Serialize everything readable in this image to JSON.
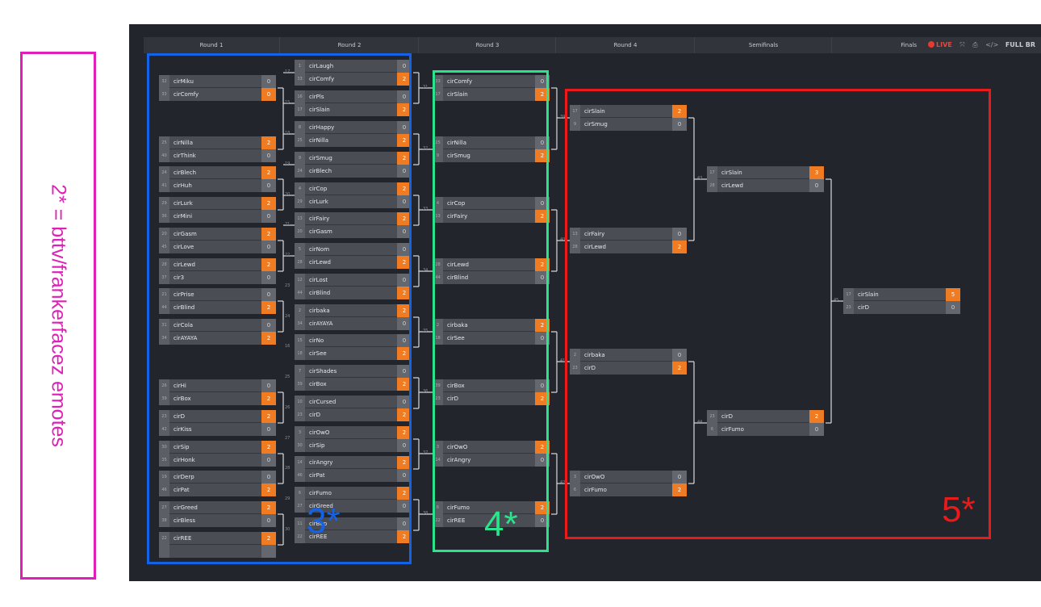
{
  "side_label": "2* = bttv/frankerfacez emotes",
  "header": {
    "rounds": [
      "Round 1",
      "Round 2",
      "Round 3",
      "Round 4",
      "Semifinals",
      "Finals"
    ],
    "live_label": "LIVE",
    "full_label": "FULL BR",
    "icons": [
      "live-dot-icon",
      "expand-icon",
      "print-icon",
      "embed-code-icon"
    ]
  },
  "colors": {
    "panel": "#22252b",
    "win_score": "#ef7c23",
    "box_blue": "#1463e6",
    "box_green": "#2be38a",
    "box_red": "#ea1a1a",
    "side_magenta": "#e01fb8"
  },
  "annotations": [
    {
      "label": "3*",
      "color": "#1463e6"
    },
    {
      "label": "4*",
      "color": "#2be38a"
    },
    {
      "label": "5*",
      "color": "#ea1a1a"
    }
  ],
  "matches": [
    {
      "round": 1,
      "num": "1",
      "p": [
        {
          "seed": "32",
          "name": "cirMiku",
          "score": "0"
        },
        {
          "seed": "33",
          "name": "cirComfy",
          "score": "0",
          "win": true
        }
      ]
    },
    {
      "round": 1,
      "num": "2",
      "p": [
        {
          "seed": "25",
          "name": "cirNilla",
          "score": "2",
          "win": true
        },
        {
          "seed": "40",
          "name": "cirThink",
          "score": "0"
        }
      ]
    },
    {
      "round": 1,
      "num": "3",
      "p": [
        {
          "seed": "24",
          "name": "cirBlech",
          "score": "2",
          "win": true
        },
        {
          "seed": "41",
          "name": "cirHuh",
          "score": "0"
        }
      ]
    },
    {
      "round": 1,
      "num": "4",
      "p": [
        {
          "seed": "29",
          "name": "cirLurk",
          "score": "2",
          "win": true
        },
        {
          "seed": "36",
          "name": "cirMini",
          "score": "0"
        }
      ]
    },
    {
      "round": 1,
      "num": "5",
      "p": [
        {
          "seed": "20",
          "name": "cirGasm",
          "score": "2",
          "win": true
        },
        {
          "seed": "45",
          "name": "cirLove",
          "score": "0"
        }
      ]
    },
    {
      "round": 1,
      "num": "6",
      "p": [
        {
          "seed": "28",
          "name": "cirLewd",
          "score": "2",
          "win": true
        },
        {
          "seed": "37",
          "name": "cir3",
          "score": "0"
        }
      ]
    },
    {
      "round": 1,
      "num": "7",
      "p": [
        {
          "seed": "21",
          "name": "cirPrise",
          "score": "0"
        },
        {
          "seed": "44",
          "name": "cirBlind",
          "score": "2",
          "win": true
        }
      ]
    },
    {
      "round": 1,
      "num": "8",
      "p": [
        {
          "seed": "31",
          "name": "cirCola",
          "score": "0"
        },
        {
          "seed": "34",
          "name": "cirAYAYA",
          "score": "2",
          "win": true
        }
      ]
    },
    {
      "round": 1,
      "num": "9",
      "p": [
        {
          "seed": "26",
          "name": "cirHi",
          "score": "0"
        },
        {
          "seed": "39",
          "name": "cirBox",
          "score": "2",
          "win": true
        }
      ]
    },
    {
      "round": 1,
      "num": "10",
      "p": [
        {
          "seed": "23",
          "name": "cirD",
          "score": "2",
          "win": true
        },
        {
          "seed": "42",
          "name": "cirKiss",
          "score": "0"
        }
      ]
    },
    {
      "round": 1,
      "num": "11",
      "p": [
        {
          "seed": "30",
          "name": "cirSip",
          "score": "2",
          "win": true
        },
        {
          "seed": "35",
          "name": "cirHonk",
          "score": "0"
        }
      ]
    },
    {
      "round": 1,
      "num": "12",
      "p": [
        {
          "seed": "19",
          "name": "cirDerp",
          "score": "0"
        },
        {
          "seed": "46",
          "name": "cirPat",
          "score": "2",
          "win": true
        }
      ]
    },
    {
      "round": 1,
      "num": "13",
      "p": [
        {
          "seed": "27",
          "name": "cirGreed",
          "score": "2",
          "win": true
        },
        {
          "seed": "38",
          "name": "cirBless",
          "score": "0"
        }
      ]
    },
    {
      "round": 1,
      "num": "14",
      "p": [
        {
          "seed": "22",
          "name": "cirREE",
          "score": "2",
          "win": true
        },
        {
          "seed": "",
          "name": "",
          "score": ""
        }
      ]
    },
    {
      "round": 2,
      "num": "17",
      "p": [
        {
          "seed": "1",
          "name": "cirLaugh",
          "score": "0"
        },
        {
          "seed": "33",
          "name": "cirComfy",
          "score": "2",
          "win": true
        }
      ]
    },
    {
      "round": 2,
      "num": "15",
      "p": [
        {
          "seed": "16",
          "name": "cirPls",
          "score": "0"
        },
        {
          "seed": "17",
          "name": "cirSlain",
          "score": "2",
          "win": true
        }
      ]
    },
    {
      "round": 2,
      "num": "18",
      "p": [
        {
          "seed": "8",
          "name": "cirHappy",
          "score": "0"
        },
        {
          "seed": "25",
          "name": "cirNilla",
          "score": "2",
          "win": true
        }
      ]
    },
    {
      "round": 2,
      "num": "19",
      "p": [
        {
          "seed": "9",
          "name": "cirSmug",
          "score": "2",
          "win": true
        },
        {
          "seed": "24",
          "name": "cirBlech",
          "score": "0"
        }
      ]
    },
    {
      "round": 2,
      "num": "20",
      "p": [
        {
          "seed": "4",
          "name": "cirCop",
          "score": "2",
          "win": true
        },
        {
          "seed": "29",
          "name": "cirLurk",
          "score": "0"
        }
      ]
    },
    {
      "round": 2,
      "num": "21",
      "p": [
        {
          "seed": "13",
          "name": "cirFairy",
          "score": "2",
          "win": true
        },
        {
          "seed": "20",
          "name": "cirGasm",
          "score": "0"
        }
      ]
    },
    {
      "round": 2,
      "num": "22",
      "p": [
        {
          "seed": "5",
          "name": "cirNom",
          "score": "0"
        },
        {
          "seed": "28",
          "name": "cirLewd",
          "score": "2",
          "win": true
        }
      ]
    },
    {
      "round": 2,
      "num": "23",
      "p": [
        {
          "seed": "12",
          "name": "cirLost",
          "score": "0"
        },
        {
          "seed": "44",
          "name": "cirBlind",
          "score": "2",
          "win": true
        }
      ]
    },
    {
      "round": 2,
      "num": "24",
      "p": [
        {
          "seed": "2",
          "name": "cirbaka",
          "score": "2",
          "win": true
        },
        {
          "seed": "34",
          "name": "cirAYAYA",
          "score": "0"
        }
      ]
    },
    {
      "round": 2,
      "num": "16",
      "p": [
        {
          "seed": "15",
          "name": "cirNo",
          "score": "0"
        },
        {
          "seed": "18",
          "name": "cirSee",
          "score": "2",
          "win": true
        }
      ]
    },
    {
      "round": 2,
      "num": "25",
      "p": [
        {
          "seed": "7",
          "name": "cirShades",
          "score": "0"
        },
        {
          "seed": "39",
          "name": "cirBox",
          "score": "2",
          "win": true
        }
      ]
    },
    {
      "round": 2,
      "num": "26",
      "p": [
        {
          "seed": "10",
          "name": "cirCursed",
          "score": "0"
        },
        {
          "seed": "23",
          "name": "cirD",
          "score": "2",
          "win": true
        }
      ]
    },
    {
      "round": 2,
      "num": "27",
      "p": [
        {
          "seed": "3",
          "name": "cirOwO",
          "score": "2",
          "win": true
        },
        {
          "seed": "30",
          "name": "cirSip",
          "score": "0"
        }
      ]
    },
    {
      "round": 2,
      "num": "28",
      "p": [
        {
          "seed": "14",
          "name": "cirAngry",
          "score": "2",
          "win": true
        },
        {
          "seed": "46",
          "name": "cirPat",
          "score": "0"
        }
      ]
    },
    {
      "round": 2,
      "num": "29",
      "p": [
        {
          "seed": "6",
          "name": "cirFumo",
          "score": "2",
          "win": true
        },
        {
          "seed": "27",
          "name": "cirGreed",
          "score": "0"
        }
      ]
    },
    {
      "round": 2,
      "num": "30",
      "p": [
        {
          "seed": "11",
          "name": "cirBop",
          "score": "0"
        },
        {
          "seed": "22",
          "name": "cirREE",
          "score": "2",
          "win": true
        }
      ]
    },
    {
      "round": 3,
      "num": "31",
      "p": [
        {
          "seed": "33",
          "name": "cirComfy",
          "score": "0"
        },
        {
          "seed": "17",
          "name": "cirSlain",
          "score": "2",
          "win": true
        }
      ]
    },
    {
      "round": 3,
      "num": "32",
      "p": [
        {
          "seed": "25",
          "name": "cirNilla",
          "score": "0"
        },
        {
          "seed": "9",
          "name": "cirSmug",
          "score": "2",
          "win": true
        }
      ]
    },
    {
      "round": 3,
      "num": "33",
      "p": [
        {
          "seed": "4",
          "name": "cirCop",
          "score": "0"
        },
        {
          "seed": "13",
          "name": "cirFairy",
          "score": "2",
          "win": true
        }
      ]
    },
    {
      "round": 3,
      "num": "34",
      "p": [
        {
          "seed": "28",
          "name": "cirLewd",
          "score": "2",
          "win": true
        },
        {
          "seed": "44",
          "name": "cirBlind",
          "score": "0"
        }
      ]
    },
    {
      "round": 3,
      "num": "35",
      "p": [
        {
          "seed": "2",
          "name": "cirbaka",
          "score": "2",
          "win": true
        },
        {
          "seed": "18",
          "name": "cirSee",
          "score": "0"
        }
      ]
    },
    {
      "round": 3,
      "num": "36",
      "p": [
        {
          "seed": "39",
          "name": "cirBox",
          "score": "0"
        },
        {
          "seed": "23",
          "name": "cirD",
          "score": "2",
          "win": true
        }
      ]
    },
    {
      "round": 3,
      "num": "37",
      "p": [
        {
          "seed": "3",
          "name": "cirOwO",
          "score": "2",
          "win": true
        },
        {
          "seed": "14",
          "name": "cirAngry",
          "score": "0"
        }
      ]
    },
    {
      "round": 3,
      "num": "38",
      "p": [
        {
          "seed": "6",
          "name": "cirFumo",
          "score": "2",
          "win": true
        },
        {
          "seed": "22",
          "name": "cirREE",
          "score": "0"
        }
      ]
    },
    {
      "round": 4,
      "num": "39",
      "p": [
        {
          "seed": "17",
          "name": "cirSlain",
          "score": "2",
          "win": true
        },
        {
          "seed": "9",
          "name": "cirSmug",
          "score": "0"
        }
      ]
    },
    {
      "round": 4,
      "num": "40",
      "p": [
        {
          "seed": "13",
          "name": "cirFairy",
          "score": "0"
        },
        {
          "seed": "28",
          "name": "cirLewd",
          "score": "2",
          "win": true
        }
      ]
    },
    {
      "round": 4,
      "num": "41",
      "p": [
        {
          "seed": "2",
          "name": "cirbaka",
          "score": "0"
        },
        {
          "seed": "23",
          "name": "cirD",
          "score": "2",
          "win": true
        }
      ]
    },
    {
      "round": 4,
      "num": "42",
      "p": [
        {
          "seed": "3",
          "name": "cirOwO",
          "score": "0"
        },
        {
          "seed": "6",
          "name": "cirFumo",
          "score": "2",
          "win": true
        }
      ]
    },
    {
      "round": 5,
      "num": "43",
      "p": [
        {
          "seed": "17",
          "name": "cirSlain",
          "score": "3",
          "win": true
        },
        {
          "seed": "28",
          "name": "cirLewd",
          "score": "0"
        }
      ]
    },
    {
      "round": 5,
      "num": "44",
      "p": [
        {
          "seed": "23",
          "name": "cirD",
          "score": "2",
          "win": true
        },
        {
          "seed": "6",
          "name": "cirFumo",
          "score": "0"
        }
      ]
    },
    {
      "round": 6,
      "num": "45",
      "p": [
        {
          "seed": "17",
          "name": "cirSlain",
          "score": "5",
          "win": true
        },
        {
          "seed": "23",
          "name": "cirD",
          "score": "0"
        }
      ]
    }
  ]
}
